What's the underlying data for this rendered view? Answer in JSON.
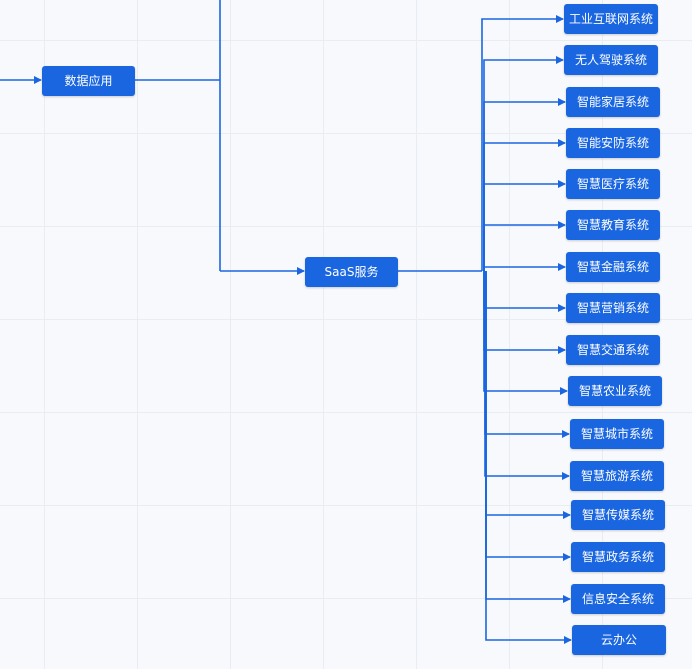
{
  "colors": {
    "node_fill": "#1a66e0",
    "edge": "#1a66e0",
    "grid": "#e9edf3",
    "background": "#f7f9fc"
  },
  "diagram": {
    "data_app": {
      "label": "数据应用"
    },
    "saas": {
      "label": "SaaS服务"
    },
    "leaves": [
      {
        "label": "工业互联网系统"
      },
      {
        "label": "无人驾驶系统"
      },
      {
        "label": "智能家居系统"
      },
      {
        "label": "智能安防系统"
      },
      {
        "label": "智慧医疗系统"
      },
      {
        "label": "智慧教育系统"
      },
      {
        "label": "智慧金融系统"
      },
      {
        "label": "智慧营销系统"
      },
      {
        "label": "智慧交通系统"
      },
      {
        "label": "智慧农业系统"
      },
      {
        "label": "智慧城市系统"
      },
      {
        "label": "智慧旅游系统"
      },
      {
        "label": "智慧传媒系统"
      },
      {
        "label": "智慧政务系统"
      },
      {
        "label": "信息安全系统"
      },
      {
        "label": "云办公"
      }
    ]
  }
}
